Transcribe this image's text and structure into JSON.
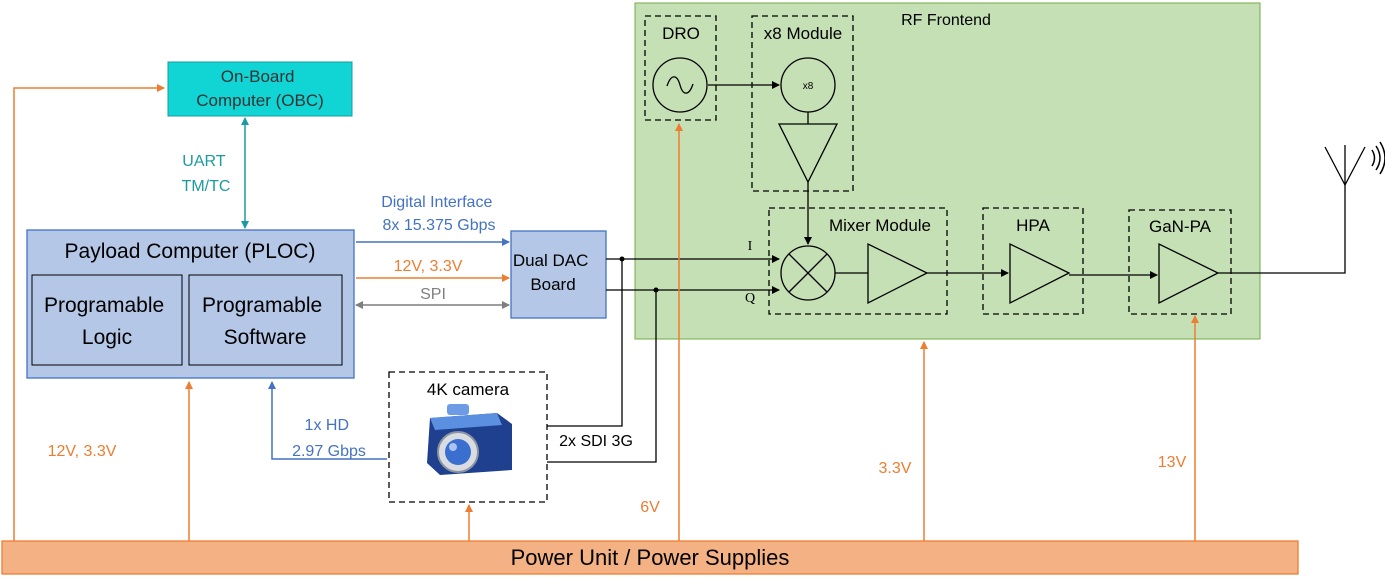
{
  "blocks": {
    "obc": "On-Board\nComputer (OBC)",
    "ploc": "Payload Computer (PLOC)",
    "prog_logic": "Programable\nLogic",
    "prog_software": "Programable\nSoftware",
    "dac": "Dual DAC\nBoard",
    "camera": "4K camera",
    "power": "Power Unit / Power Supplies",
    "rf_frontend": "RF Frontend",
    "dro": "DRO",
    "x8_module": "x8 Module",
    "x8_symbol": "x8",
    "mixer_module": "Mixer Module",
    "hpa": "HPA",
    "gan_pa": "GaN-PA"
  },
  "labels": {
    "uart": "UART\nTM/TC",
    "digital_interface": "Digital Interface\n8x 15.375 Gbps",
    "dac_power": "12V, 3.3V",
    "spi": "SPI",
    "hd_link": "1x HD\n2.97 Gbps",
    "sdi": "2x SDI 3G",
    "ploc_power": "12V, 3.3V",
    "dro_power": "6V",
    "rf_power": "3.3V",
    "ganpa_power": "13V",
    "i_signal": "I",
    "q_signal": "Q"
  },
  "colors": {
    "power_orange": "#ED7D31",
    "teal": "#1B9BA0",
    "blue": "#4472C4",
    "gray": "#7F7F7F",
    "obc_fill": "#11D4D4",
    "ploc_fill": "#B4C7E7",
    "rf_fill": "#C5E0B4",
    "power_fill": "#F4B183"
  }
}
